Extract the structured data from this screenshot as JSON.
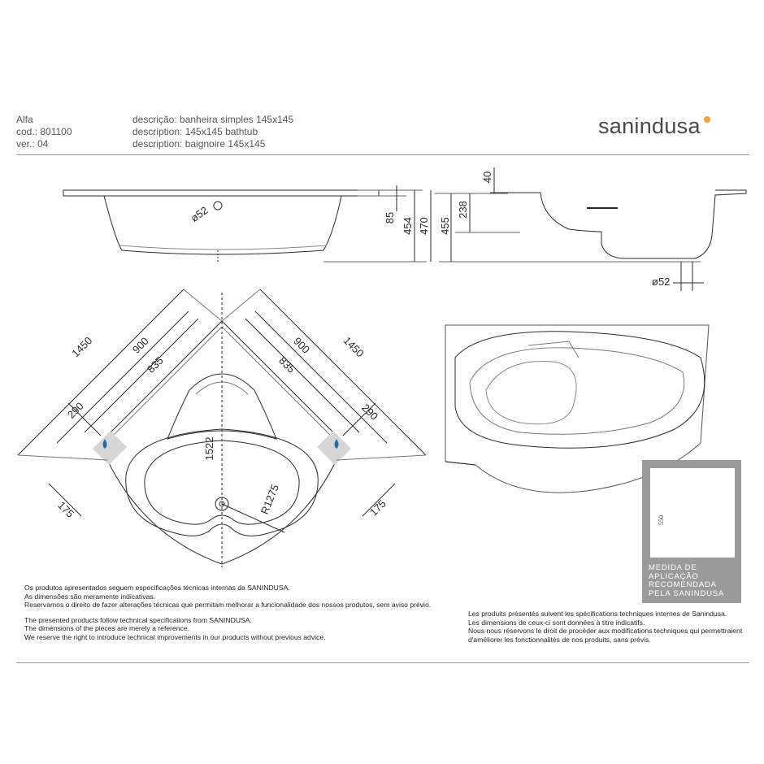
{
  "header": {
    "name": "Alfa",
    "code": "cod.: 801100",
    "version": "ver.: 04",
    "desc_pt": "descrição: banheira simples 145x145",
    "desc_en": "description: 145x145 bathtub",
    "desc_fr": "description: baignoire 145x145"
  },
  "brand": {
    "logo_text": "sanindusa",
    "accent_color": "#f0a23a"
  },
  "dimensions": {
    "drain_diameter": "ø52",
    "drain_diameter_side": "ø52",
    "front_heights": [
      "85",
      "454",
      "470",
      "455"
    ],
    "side_heights": [
      "40",
      "238"
    ],
    "plan": {
      "overall_left": "1450",
      "overall_right": "1450",
      "inner_left": "900",
      "inner_right": "900",
      "basin_left": "835",
      "basin_right": "835",
      "panel_left": "290",
      "panel_right": "290",
      "corner_left": "175",
      "corner_right": "175",
      "diagonal": "1522",
      "radius": "R1275"
    }
  },
  "badge": {
    "height_label": "550",
    "lines": [
      "MEDIDA DE",
      "APLICAÇÃO",
      "RECOMENDADA",
      "PELA SANINDUSA"
    ]
  },
  "notes": {
    "pt": [
      "Os produtos apresentados seguem especificações técnicas internas da SANINDUSA.",
      "As dimensões são meramente indicativas.",
      "Reservamos o direito de fazer alterações técnicas que permitam melhorar a funcionalidade dos nossos produtos, sem aviso prévio."
    ],
    "en": [
      "The presented products follow technical specifications from SANINDUSA.",
      "The dimensions of the pieces are merely a reference.",
      "We reserve the right to introduce technical improvements in our products without previous advice."
    ],
    "fr": [
      "Les produits présentés suivent les spécifications techniques internes de Sanindusa.",
      "Les dimensions de ceux-ci sont données à titre indicatifs.",
      "Nous nous réservons le droit de procéder aux modifications techniques qui permettraient",
      "d'améliorer les fonctionnalités de nos produits, sans prévis."
    ]
  },
  "colors": {
    "line": "#2a2a2a",
    "panel_fill": "#d6d6d6",
    "badge_grey": "#9a9a9a",
    "water_icon": "#1b6fa8"
  }
}
